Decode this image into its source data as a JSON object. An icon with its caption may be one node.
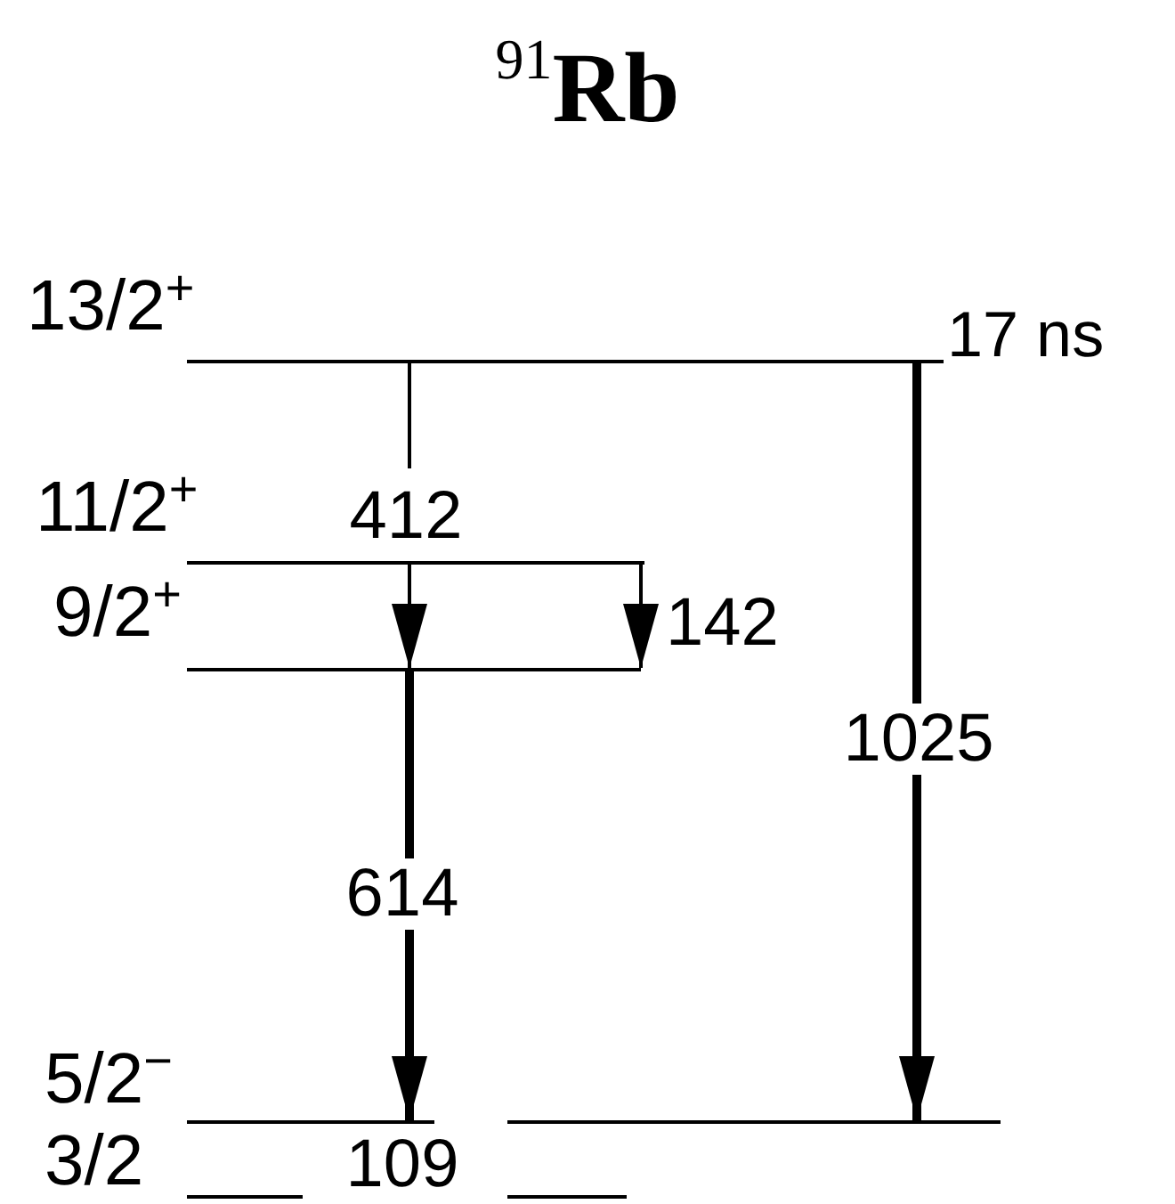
{
  "diagram": {
    "title": "$^{91}$**Rb**",
    "nodes": [
      {
        "text": [
          "13/2$^{+}$"
        ],
        "beside": [
          "17 ns"
        ]
      },
      {
        "text": [
          "11/2$^{+}$"
        ]
      },
      {
        "text": [
          "9/2$^{+}$"
        ]
      },
      {
        "text": [
          "5/2$^{−}$"
        ]
      },
      {
        "text": [
          "3/2"
        ]
      }
    ],
    "edges": [
      {
        "from": 0,
        "to": 1,
        "label": "412",
        "arrow": "none"
      },
      {
        "from": 1,
        "to": 2,
        "arrow": "to"
      },
      {
        "from": 1,
        "to": 2,
        "label": "142",
        "arrow": "to"
      },
      {
        "from": 2,
        "to": 3,
        "label": "614",
        "arrow": "to",
        "style": "thick"
      },
      {
        "from": 0,
        "to": 3,
        "label": "1025",
        "arrow": "to",
        "style": "thick"
      }
    ],
    "labels": [
      "109"
    ]
  }
}
